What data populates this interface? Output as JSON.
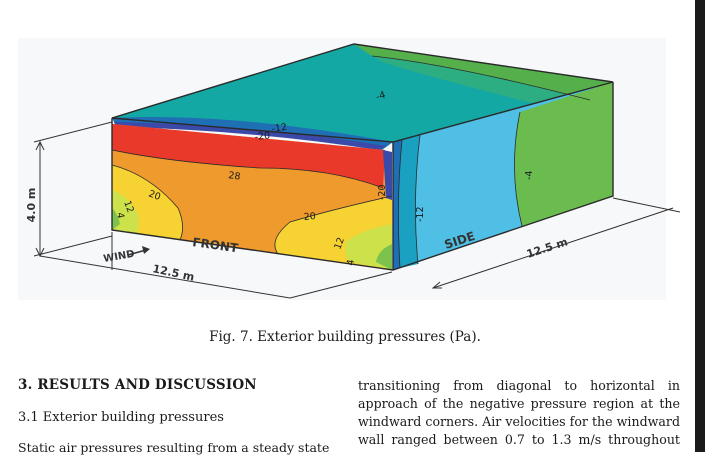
{
  "figure": {
    "caption": "Fig. 7.  Exterior building pressures (Pa).",
    "dimensions": {
      "height": "4.0 m",
      "width": "12.5 m",
      "depth": "12.5 m"
    },
    "face_labels": {
      "wind": "WIND",
      "front": "FRONT",
      "side": "SIDE"
    },
    "contours": {
      "roof_top": "-4",
      "roof_a": "-12",
      "roof_b": "-20",
      "front_top": "28",
      "front_left_outer": "20",
      "front_left_mid": "12",
      "front_left_inner": "4",
      "front_right_outer": "20",
      "front_right_mid": "12",
      "front_right_inner": "4",
      "side_a": "-20",
      "side_b": "-12",
      "side_c": "-4"
    }
  },
  "section": {
    "heading": "3. RESULTS AND DISCUSSION",
    "subheading": "3.1 Exterior building pressures",
    "left_partial": "Static air pressures resulting from a steady state"
  },
  "right_column": {
    "line1": "transitioning from diagonal to horizontal in",
    "line2": "approach of the negative pressure region at the",
    "line3": "windward corners. Air velocities for the windward",
    "line4": "wall ranged between 0.7 to 1.3 m/s throughout"
  }
}
